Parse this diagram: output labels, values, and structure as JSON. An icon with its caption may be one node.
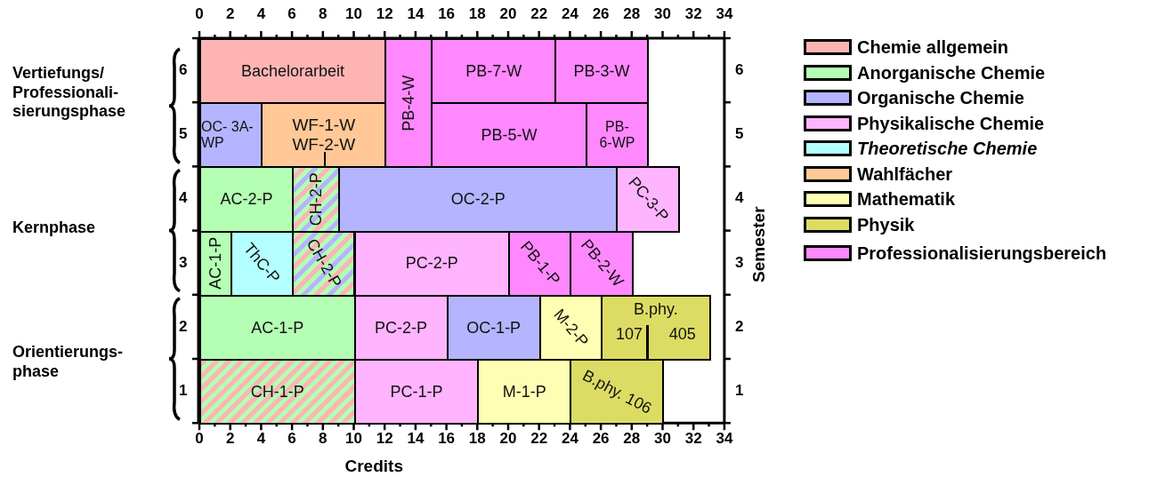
{
  "diagram": {
    "nodes": [
      {
        "text": [
          "Bachelorarbeit"
        ]
      },
      {
        "text": [
          "PB-4-W"
        ]
      },
      {
        "text": [
          "PB-7-W"
        ]
      },
      {
        "text": [
          "PB-3-W"
        ]
      },
      {
        "text": [
          "OC- 3A-WP"
        ]
      },
      {
        "text": [
          "WF-1-W",
          "WF-2-W"
        ]
      },
      {
        "text": [
          "PB-5-W"
        ]
      },
      {
        "text": [
          "PB- 6-WP"
        ]
      },
      {
        "text": [
          "AC-2-P"
        ]
      },
      {
        "text": [
          "CH-2-P"
        ]
      },
      {
        "text": [
          "OC-2-P"
        ]
      },
      {
        "text": [
          "PC-3-P"
        ]
      },
      {
        "text": [
          "AC-1-P"
        ]
      },
      {
        "text": [
          "ThC-P"
        ]
      },
      {
        "text": [
          "CH-2-P"
        ]
      },
      {
        "text": [
          "PC-2-P"
        ]
      },
      {
        "text": [
          "PB-1-P"
        ]
      },
      {
        "text": [
          "PB-2-W"
        ]
      },
      {
        "text": [
          "AC-1-P"
        ]
      },
      {
        "text": [
          "PC-2-P"
        ]
      },
      {
        "text": [
          "OC-1-P"
        ]
      },
      {
        "text": [
          "M-2-P"
        ]
      },
      {
        "text": [
          "B.phy.",
          "107",
          "405"
        ]
      },
      {
        "text": [
          "CH-1-P"
        ]
      },
      {
        "text": [
          "PC-1-P"
        ]
      },
      {
        "text": [
          "M-1-P"
        ]
      },
      {
        "text": [
          "B.phy. 106"
        ]
      }
    ],
    "labels": [
      "0",
      "2",
      "4",
      "6",
      "8",
      "10",
      "12",
      "14",
      "16",
      "18",
      "20",
      "22",
      "24",
      "26",
      "28",
      "30",
      "32",
      "34",
      "6",
      "5",
      "4",
      "3",
      "2",
      "1",
      "6",
      "5",
      "4",
      "3",
      "2",
      "1",
      "Vertiefungs/ Professionali- sierungsphase",
      "Kernphase",
      "Orientierungs- phase",
      "Semester",
      "0",
      "2",
      "4",
      "6",
      "8",
      "10",
      "12",
      "14",
      "16",
      "18",
      "20",
      "22",
      "24",
      "26",
      "28",
      "30",
      "32",
      "34",
      "Credits"
    ],
    "legend": [
      {
        "text": "Chemie allgemein",
        "color": "#ffb4b4"
      },
      {
        "text": "Anorganische Chemie",
        "color": "#b4ffb4"
      },
      {
        "text": "Organische Chemie",
        "color": "#b4b4ff"
      },
      {
        "text": "Physikalische Chemie",
        "color": "#ffb4ff"
      },
      {
        "text": "Theoretische Chemie",
        "color": "#b4ffff"
      },
      {
        "text": "Wahlfächer",
        "color": "#ffc896"
      },
      {
        "text": "Mathematik",
        "color": "#ffffb4"
      },
      {
        "text": "Physik",
        "color": "#dcdc64"
      },
      {
        "text": "Professionalisierungsbereich",
        "color": "#ff88ff"
      }
    ]
  }
}
